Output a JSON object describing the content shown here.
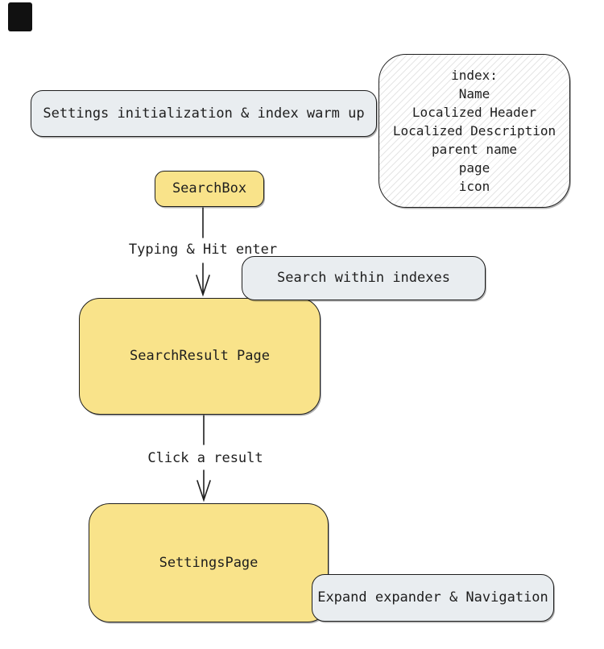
{
  "diagram": {
    "colors": {
      "yellow_fill": "#f9e38a",
      "gray_fill": "#e9edf0",
      "stroke": "#1e1e1e",
      "marker_fill": "#111111"
    },
    "nodes": {
      "settings_init": {
        "label": "Settings initialization & index warm up"
      },
      "index_note": {
        "title": "index:",
        "lines": [
          "Name",
          "Localized Header",
          "Localized Description",
          "parent name",
          "page",
          "icon"
        ]
      },
      "search_box": {
        "label": "SearchBox"
      },
      "search_within": {
        "label": "Search within indexes"
      },
      "search_result": {
        "label": "SearchResult Page"
      },
      "settings_page": {
        "label": "SettingsPage"
      },
      "expand_nav": {
        "label": "Expand expander & Navigation"
      }
    },
    "edges": {
      "typing": {
        "label": "Typing & Hit enter"
      },
      "click": {
        "label": "Click a result"
      }
    }
  }
}
